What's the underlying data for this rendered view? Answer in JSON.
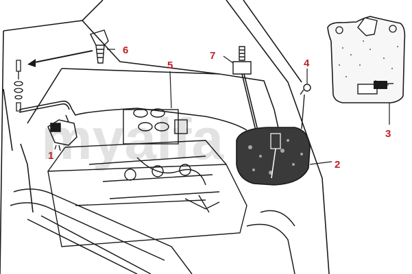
{
  "watermark": {
    "text": "myalfa",
    "color": "#d9d9d9"
  },
  "colors": {
    "line_art": "#1a1a1a",
    "callout": "#c0202a",
    "reservoir_fill": "#3a3a3a"
  },
  "callouts": [
    {
      "id": "1",
      "label": "1",
      "part": "pump"
    },
    {
      "id": "2",
      "label": "2",
      "part": "washer-reservoir"
    },
    {
      "id": "3",
      "label": "3",
      "part": "reservoir-detail"
    },
    {
      "id": "4",
      "label": "4",
      "part": "hose-clip"
    },
    {
      "id": "5",
      "label": "5",
      "part": "washer-hose"
    },
    {
      "id": "6",
      "label": "6",
      "part": "washer-jet"
    },
    {
      "id": "7",
      "label": "7",
      "part": "hose-connector"
    }
  ]
}
